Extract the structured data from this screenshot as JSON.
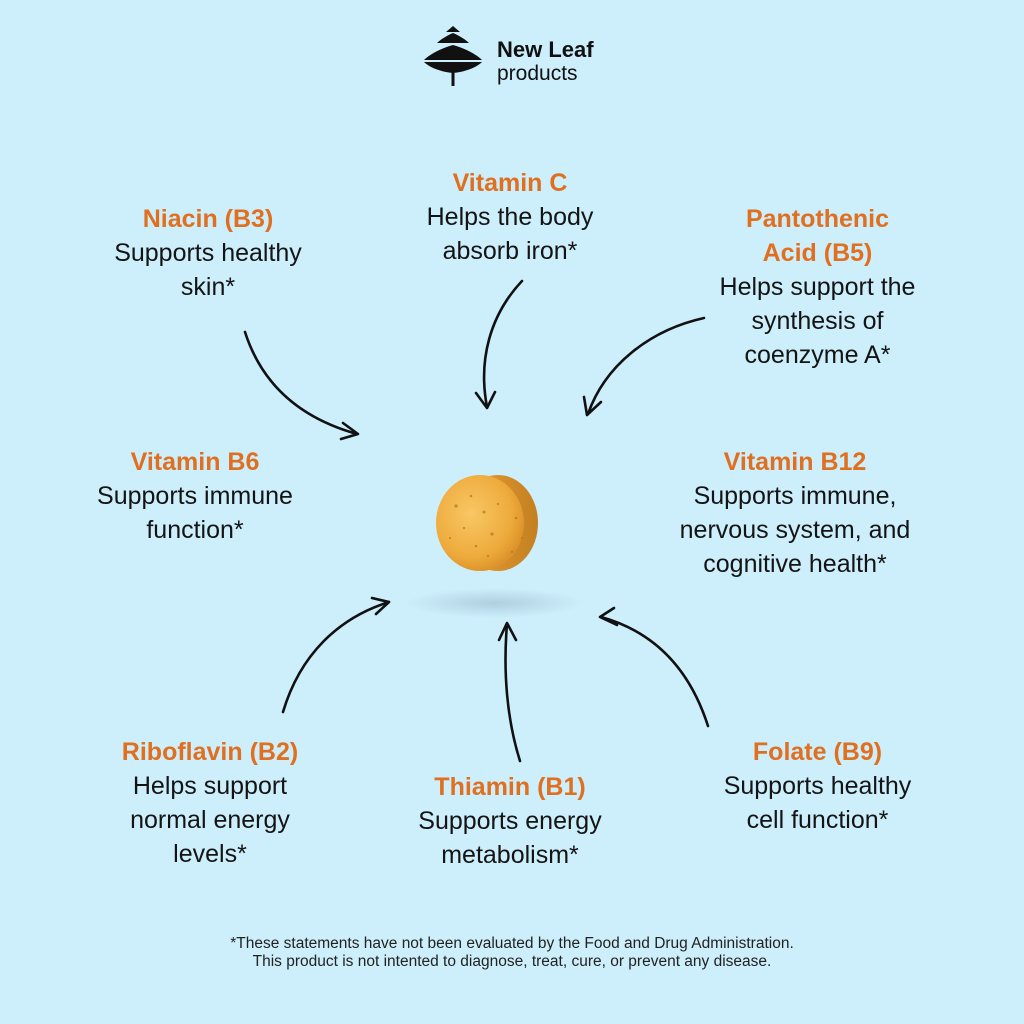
{
  "brand": {
    "name": "New Leaf",
    "subtitle": "products",
    "logo_icon": "tree-leaf-icon"
  },
  "colors": {
    "background": "#cdeefb",
    "title_accent": "#e06f1f",
    "text": "#141414",
    "gummy": "#f2b44a"
  },
  "benefits": {
    "vitamin_c": {
      "title": "Vitamin C",
      "lines": [
        "Helps the body",
        "absorb iron*"
      ]
    },
    "niacin": {
      "title": "Niacin (B3)",
      "lines": [
        "Supports healthy",
        "skin*"
      ]
    },
    "pantothenic": {
      "title_lines": [
        "Pantothenic",
        "Acid (B5)"
      ],
      "lines": [
        "Helps support the",
        "synthesis of",
        "coenzyme A*"
      ]
    },
    "vitamin_b6": {
      "title": "Vitamin B6",
      "lines": [
        "Supports immune",
        "function*"
      ]
    },
    "vitamin_b12": {
      "title": "Vitamin B12",
      "lines": [
        "Supports immune,",
        "nervous system, and",
        "cognitive health*"
      ]
    },
    "riboflavin": {
      "title": "Riboflavin (B2)",
      "lines": [
        "Helps support",
        "normal energy",
        "levels*"
      ]
    },
    "thiamin": {
      "title": "Thiamin (B1)",
      "lines": [
        "Supports energy",
        "metabolism*"
      ]
    },
    "folate": {
      "title": "Folate (B9)",
      "lines": [
        "Supports healthy",
        "cell function*"
      ]
    }
  },
  "disclaimer": {
    "line1": "*These statements have not been evaluated by the Food and Drug Administration.",
    "line2": "This product is not intented to diagnose, treat, cure, or prevent any disease."
  }
}
